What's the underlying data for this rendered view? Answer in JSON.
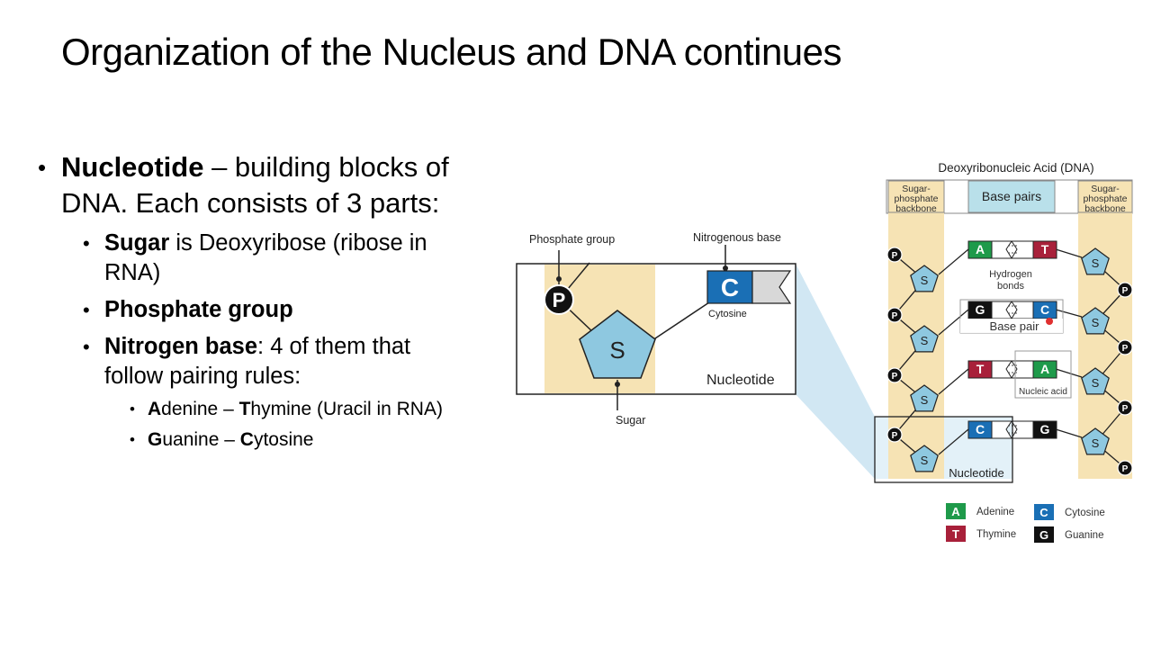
{
  "slide": {
    "title": "Organization of the Nucleus and DNA continues"
  },
  "bullets": {
    "b1_bold": "Nucleotide",
    "b1_line1": " – building blocks of",
    "b1_line2": "DNA.  Each consists of 3 parts:",
    "sugar_bold": "Sugar",
    "sugar_line1": " is Deoxyribose (ribose in",
    "sugar_line2": "RNA)",
    "phosphate_bold": "Phosphate group",
    "nitrogen_bold": "Nitrogen base",
    "nitrogen_line1": ": 4 of them that",
    "nitrogen_line2": "follow pairing rules:",
    "pair1_a": "A",
    "pair1_a_rest": "denine – ",
    "pair1_t": "T",
    "pair1_t_rest": "hymine (Uracil in RNA)",
    "pair2_g": "G",
    "pair2_g_rest": "uanine – ",
    "pair2_c": "C",
    "pair2_c_rest": "ytosine"
  },
  "nucleotide_figure": {
    "phosphate_label": "Phosphate group",
    "phosphate_letter": "P",
    "base_label": "Nitrogenous base",
    "base_letter": "C",
    "cytosine_label": "Cytosine",
    "sugar_letter": "S",
    "sugar_label": "Sugar",
    "box_label": "Nucleotide"
  },
  "dna_figure": {
    "title": "Deoxyribonucleic Acid (DNA)",
    "left_backbone": [
      "Sugar-",
      "phosphate",
      "backbone"
    ],
    "right_backbone": [
      "Sugar-",
      "phosphate",
      "backbone"
    ],
    "base_pairs_header": "Base pairs",
    "hydrogen_bonds": [
      "Hydrogen",
      "bonds"
    ],
    "base_pair_label": "Base pair",
    "nucleic_acid_label": "Nucleic acid",
    "nucleotide_label": "Nucleotide",
    "p": "P",
    "s": "S",
    "rows": [
      {
        "left": "A",
        "right": "T"
      },
      {
        "left": "G",
        "right": "C"
      },
      {
        "left": "T",
        "right": "A"
      },
      {
        "left": "C",
        "right": "G"
      }
    ],
    "legend": [
      {
        "letter": "A",
        "name": "Adenine",
        "color": "#1e9a4a"
      },
      {
        "letter": "T",
        "name": "Thymine",
        "color": "#a8203a"
      },
      {
        "letter": "C",
        "name": "Cytosine",
        "color": "#1a6fb5"
      },
      {
        "letter": "G",
        "name": "Guanine",
        "color": "#111111"
      }
    ]
  },
  "colors": {
    "adenine": "#1e9a4a",
    "thymine": "#a8203a",
    "cytosine": "#1a6fb5",
    "guanine": "#111111",
    "sugar": "#8ec8e0",
    "backbone": "#f6e3b4"
  }
}
